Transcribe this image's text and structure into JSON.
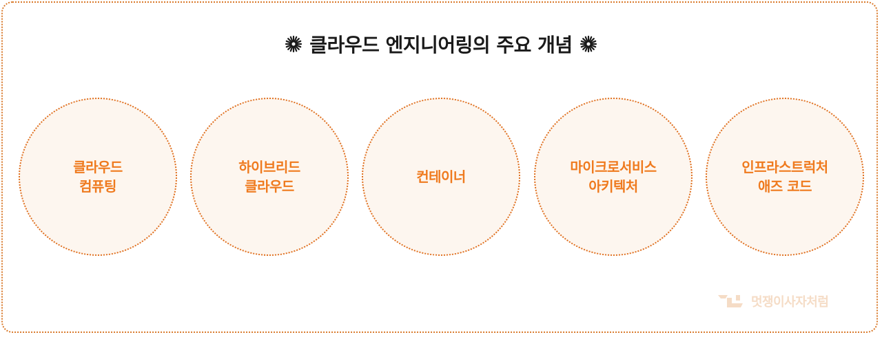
{
  "title": "클라우드 엔지니어링의 주요 개념",
  "concepts": [
    {
      "line1": "클라우드",
      "line2": "컴퓨팅"
    },
    {
      "line1": "하이브리드",
      "line2": "클라우드"
    },
    {
      "line1": "컨테이너",
      "line2": ""
    },
    {
      "line1": "마이크로서비스",
      "line2": "아키텍처"
    },
    {
      "line1": "인프라스트럭처",
      "line2": "애즈 코드"
    }
  ],
  "watermark": "멋쟁이사자처럼",
  "colors": {
    "accent": "#ef7a1e",
    "circle_fill": "#fdf6ef",
    "title": "#1a1a1a",
    "watermark": "#f5dcc6"
  },
  "icons": {
    "title_left": "starburst-icon",
    "title_right": "starburst-icon",
    "watermark_logo": "likelion-logo-icon"
  }
}
